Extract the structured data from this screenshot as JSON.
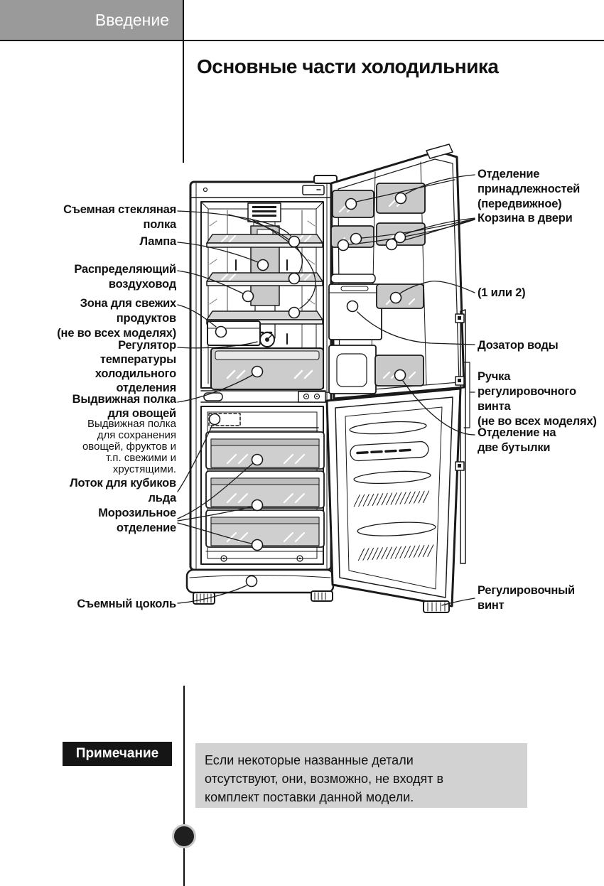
{
  "header": {
    "section": "Введение"
  },
  "title": "Основные части холодильника",
  "diagram": {
    "left_labels": {
      "shelf": "Съемная стекляная\nполка",
      "lamp": "Лампа",
      "duct": "Распределяющий\nвоздуховод",
      "fresh_zone": "Зона для свежих\nпродуктов\n(не во всех моделях)",
      "temp_control": "Регулятор\nтемпературы\nхолодильного\nотделения",
      "veg_shelf": "Выдвижная полка\nдля овощей",
      "veg_shelf_note": "Выдвижная полка\nдля сохранения\nовощей, фруктов и\nт.п. свежими и\nхрустящими.",
      "ice_tray": "Лоток для кубиков\nльда",
      "freezer": "Морозильное\nотделение",
      "base": "Съемный цоколь"
    },
    "right_labels": {
      "accessory": "Отделение\nпринадлежностей\n(передвижное)",
      "door_basket": "Корзина в двери",
      "one_or_two": "(1 или 2)",
      "water_dispenser": "Дозатор воды",
      "adj_handle": "Ручка\nрегулировочного\nвинта\n(не во всех моделях)",
      "two_bottles": "Отделение на\nдве бутылки",
      "adj_screw": "Регулировочный\nвинт"
    }
  },
  "note": {
    "label": "Примечание",
    "text": "Если некоторые названные детали\nотсутствуют, они, возможно, не входят в\nкомплект поставки данной модели."
  },
  "colors": {
    "header_bg": "#9a9a9a",
    "note_label_bg": "#151515",
    "note_bg": "#d2d2d2",
    "line": "#1a1a1a",
    "bin_grey": "#c9c9c9",
    "shelf_grey": "#d4d4d4"
  }
}
